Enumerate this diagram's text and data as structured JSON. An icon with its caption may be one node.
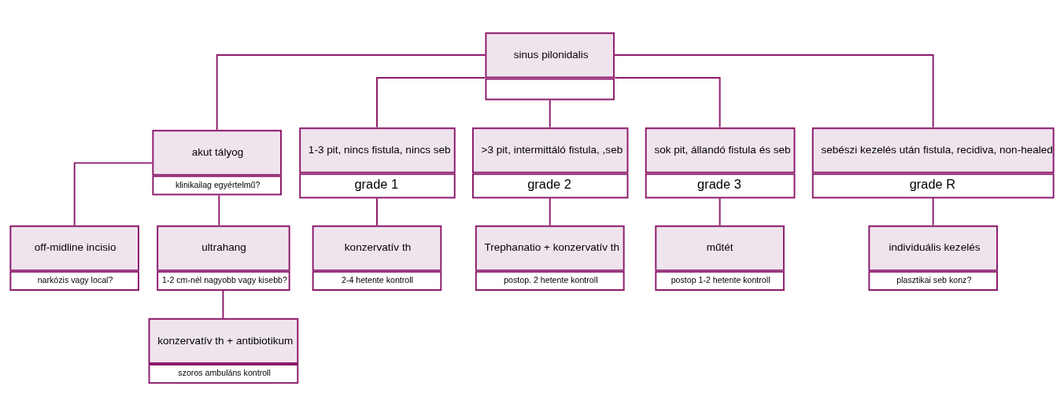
{
  "diagram": {
    "nodes": [
      {
        "text": [
          "sinus pilonidalis"
        ]
      },
      {
        "text": [
          "akut tályog",
          "klinikailag egyértelmű?"
        ]
      },
      {
        "text": [
          "1-3 pit, nincs fistula, nincs seb",
          "grade 1"
        ]
      },
      {
        "text": [
          ">3 pit, intermittáló fistula, ,seb",
          "grade 2"
        ]
      },
      {
        "text": [
          "sok pit, állandó fistula és seb",
          "grade 3"
        ]
      },
      {
        "text": [
          "sebészi kezelés után fistula, recidiva, non-healed",
          "grade R"
        ]
      },
      {
        "text": [
          "off-midline incisio",
          "narkózis vagy local?"
        ]
      },
      {
        "text": [
          "ultrahang",
          "1-2 cm-nél nagyobb vagy kisebb?"
        ]
      },
      {
        "text": [
          "konzervatív th",
          "2-4 hetente kontroll"
        ]
      },
      {
        "text": [
          "Trephanatio + konzervatív th",
          "postop. 2 hetente kontroll"
        ]
      },
      {
        "text": [
          "műtét",
          "postop 1-2 hetente kontroll"
        ]
      },
      {
        "text": [
          "individuális kezelés",
          "plasztikai seb konz?"
        ]
      },
      {
        "text": [
          "konzervatív th + antibiotikum",
          "szoros ambuláns kontroll"
        ]
      }
    ],
    "edges": [
      {
        "from": 0,
        "to": 1,
        "arrow": "none"
      },
      {
        "from": 0,
        "to": 2,
        "arrow": "none"
      },
      {
        "from": 0,
        "to": 3,
        "arrow": "none"
      },
      {
        "from": 0,
        "to": 4,
        "arrow": "none"
      },
      {
        "from": 0,
        "to": 5,
        "arrow": "none"
      },
      {
        "from": 1,
        "to": 6,
        "arrow": "none"
      },
      {
        "from": 1,
        "to": 7,
        "arrow": "none"
      },
      {
        "from": 2,
        "to": 8,
        "arrow": "none"
      },
      {
        "from": 3,
        "to": 9,
        "arrow": "none"
      },
      {
        "from": 4,
        "to": 10,
        "arrow": "none"
      },
      {
        "from": 5,
        "to": 11,
        "arrow": "none"
      },
      {
        "from": 7,
        "to": 12,
        "arrow": "none"
      }
    ]
  }
}
